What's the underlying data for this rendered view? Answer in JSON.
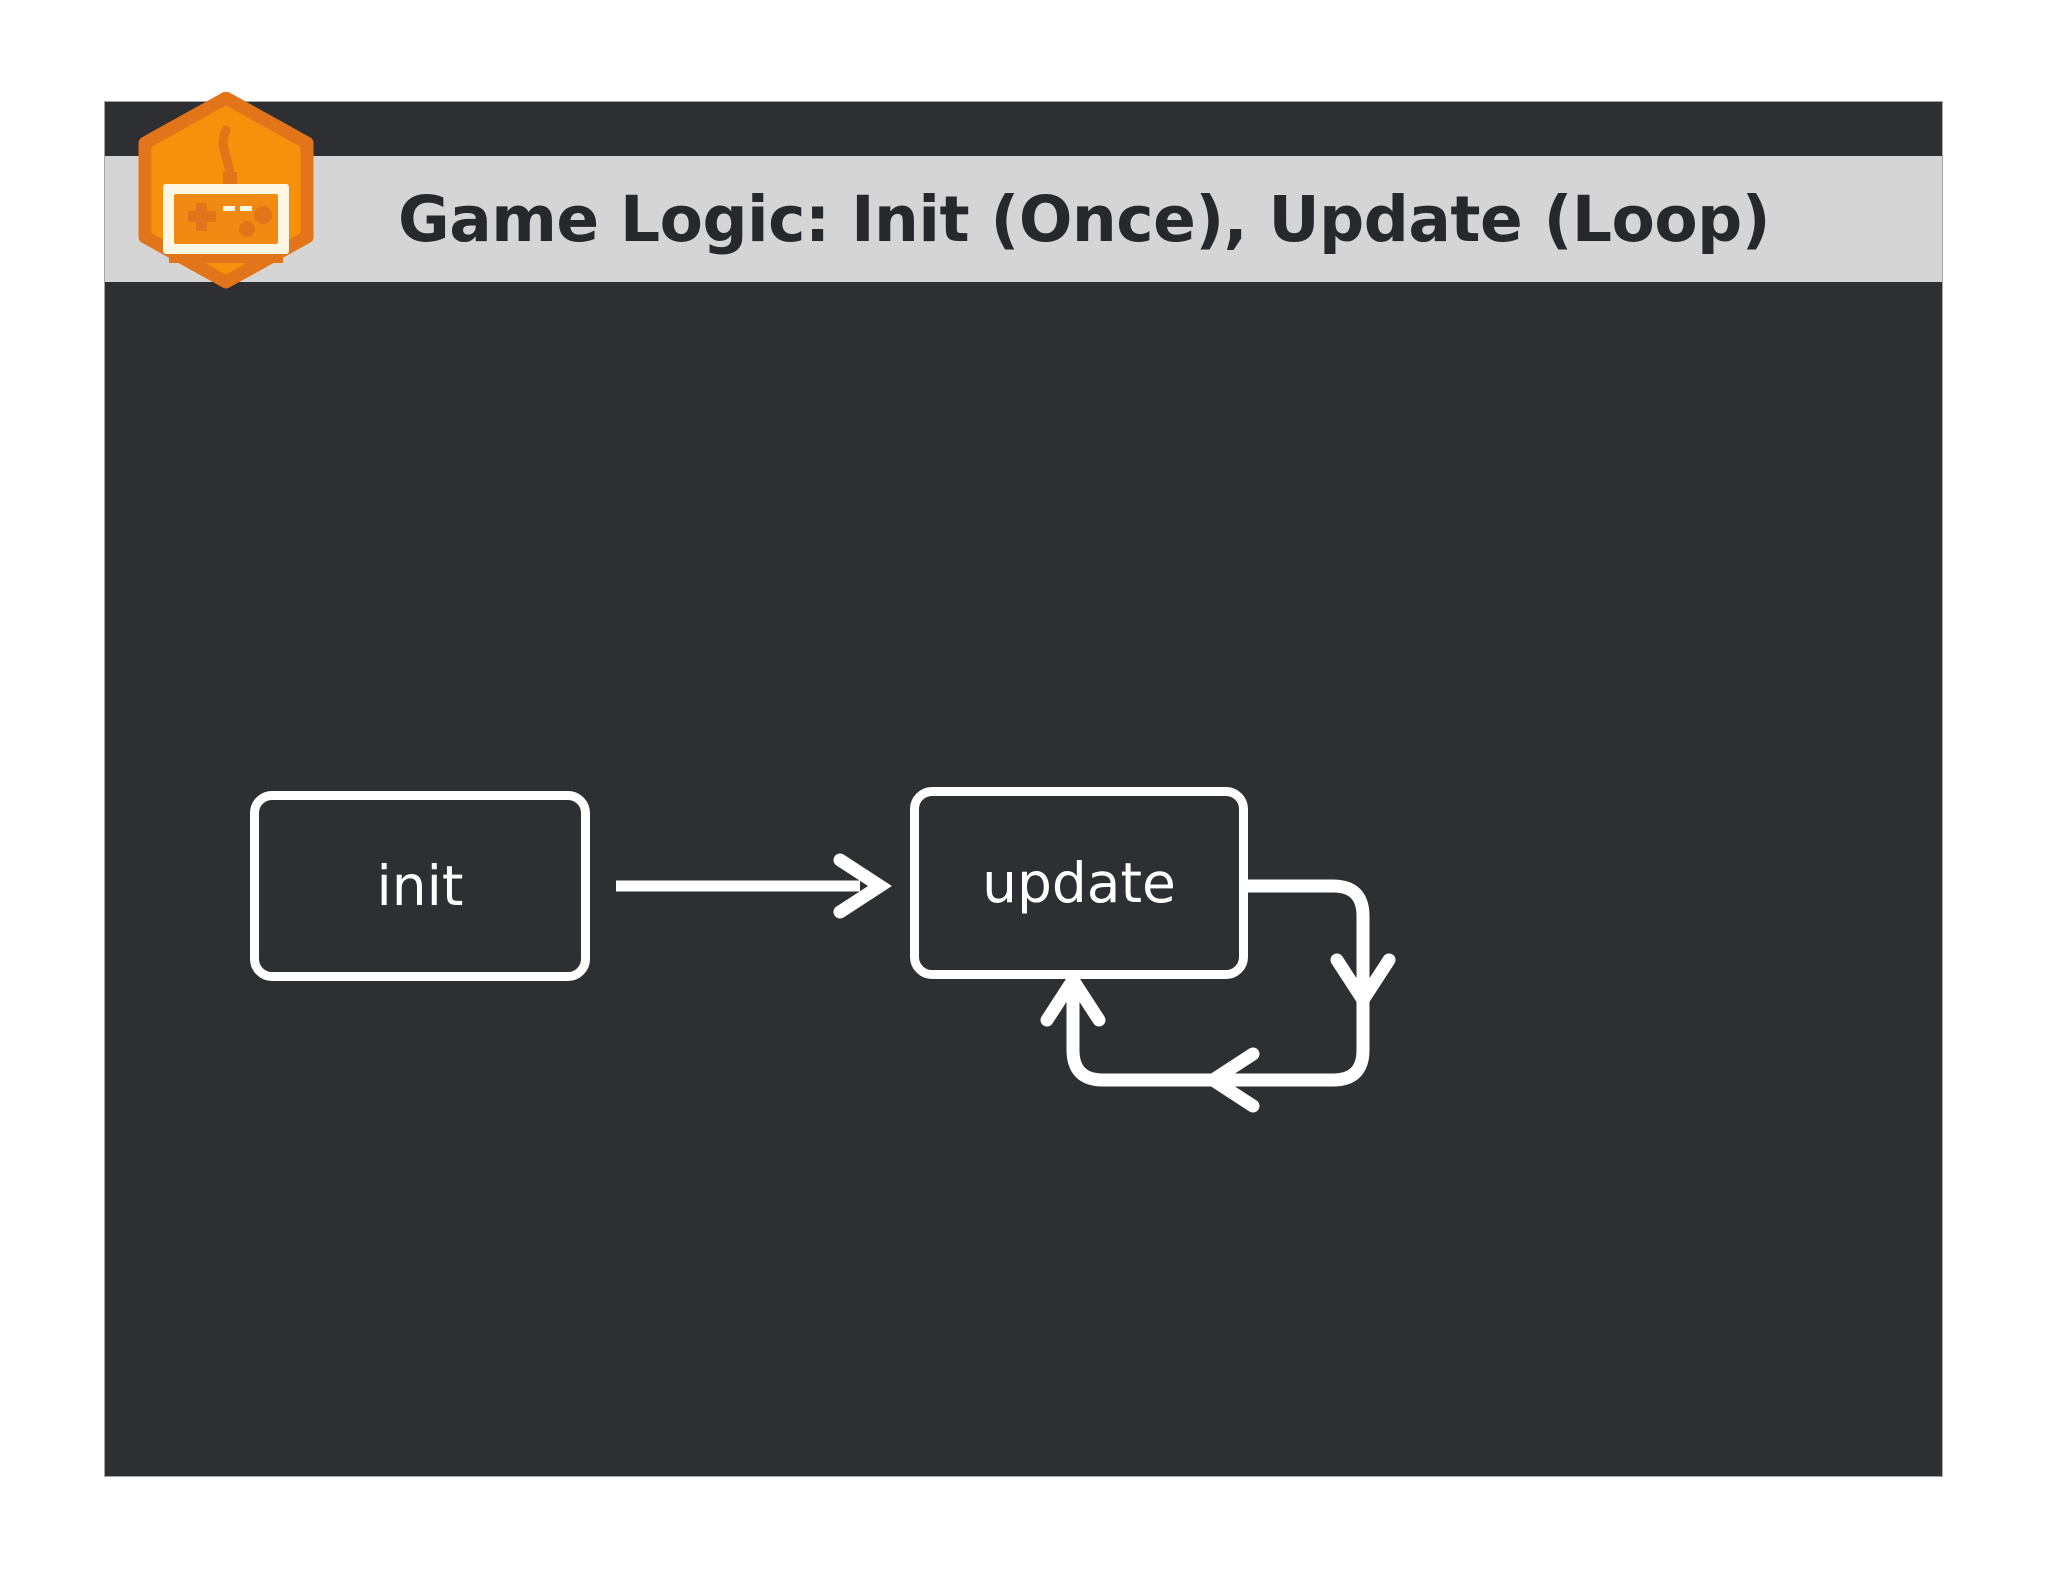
{
  "slide": {
    "background_color": "#2d2f33",
    "banner_color": "#d5d5d5",
    "accent_color": "#f7900b",
    "stroke_color": "#ffffff",
    "title": "Game Logic: Init (Once), Update (Loop)",
    "logo": {
      "icon_name": "gamepad-hex-badge-icon",
      "badge_fill": "#f7900b",
      "badge_border": "#e2751a",
      "gamepad_body": "#fdf6e3"
    }
  },
  "chart_data": {
    "type": "diagram",
    "title": "Game Logic: Init (Once), Update (Loop)",
    "nodes": [
      {
        "id": "init",
        "label": "init",
        "shape": "rounded-rect"
      },
      {
        "id": "update",
        "label": "update",
        "shape": "rounded-rect"
      }
    ],
    "edges": [
      {
        "from": "init",
        "to": "update",
        "label": "",
        "style": "straight-arrow"
      },
      {
        "from": "update",
        "to": "update",
        "label": "",
        "style": "self-loop-arrow"
      }
    ]
  },
  "diagram": {
    "nodes": {
      "init": {
        "label": "init"
      },
      "update": {
        "label": "update"
      }
    }
  }
}
